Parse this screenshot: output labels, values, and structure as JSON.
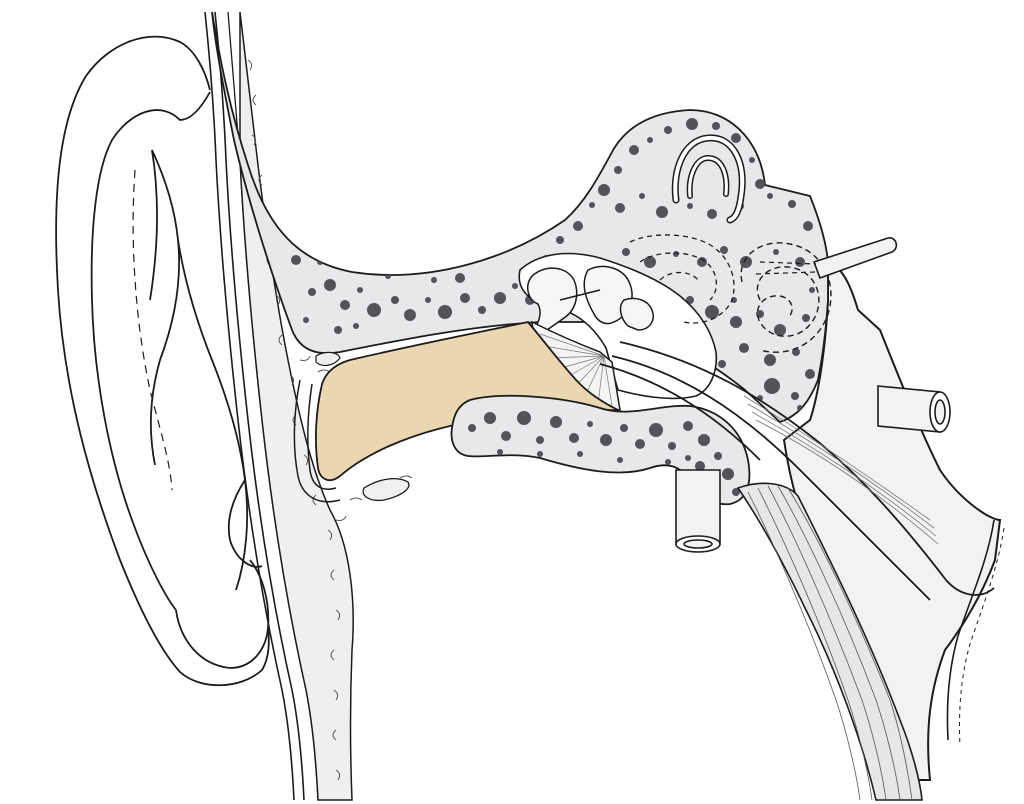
{
  "diagram": {
    "subject": "ear-anatomy-cross-section",
    "labels": [],
    "colors": {
      "background": "#ffffff",
      "outline": "#1c1c1c",
      "ear_canal_fill": "#ead6b1",
      "bone_fill": "#e8e8ea",
      "bone_pores": "#55525a",
      "cartilage_fill": "#ededee",
      "muscle_fill": "#e7e7e9",
      "ossicle_fill": "#f6f6f6"
    },
    "structures": [
      "outer-ear",
      "ear-canal",
      "temporal-bone",
      "eardrum",
      "ossicles",
      "semicircular-canals",
      "cochlea",
      "auditory-nerve",
      "eustachian-tube",
      "internal-carotid-artery",
      "tensor-muscle"
    ]
  }
}
